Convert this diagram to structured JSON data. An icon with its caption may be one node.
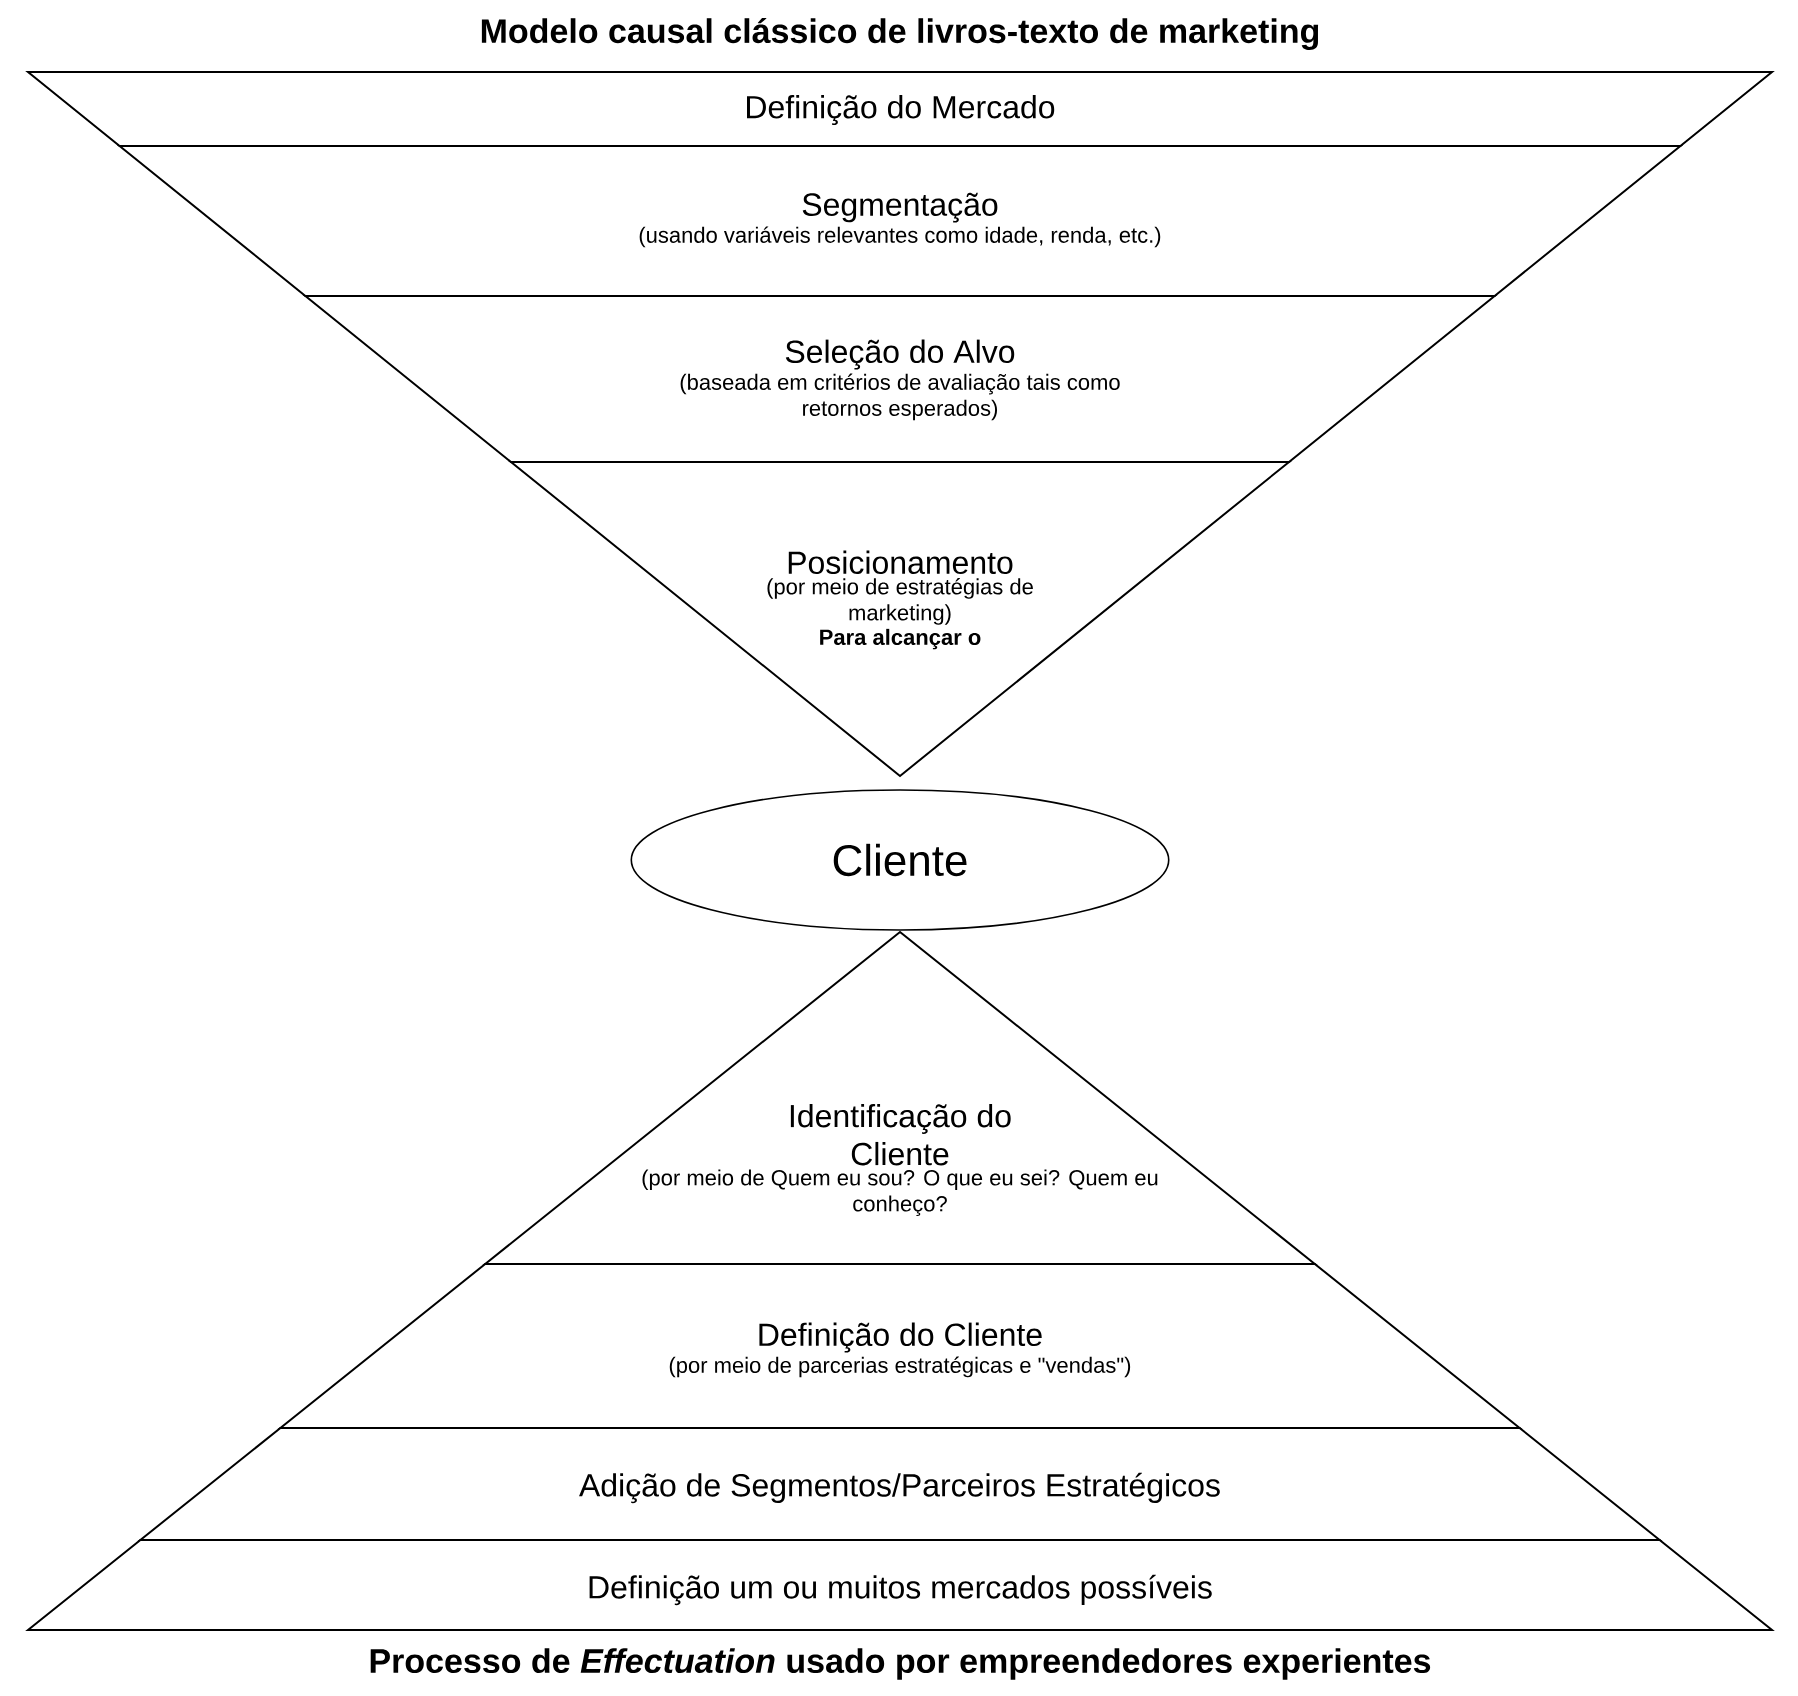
{
  "diagram": {
    "title": "Modelo causal clássico de livros-texto de marketing",
    "caption": "Processo de *Effectuation* usado por empreendedores experientes",
    "nodes": [
      {
        "text": [
          "Definição do Mercado"
        ]
      },
      {
        "text": [
          "Segmentação",
          "(usando variáveis relevantes como idade, renda, etc.)"
        ]
      },
      {
        "text": [
          "Seleção do Alvo",
          "(baseada em critérios de avaliação tais como retornos esperados)"
        ]
      },
      {
        "text": [
          "Posicionamento",
          "(por meio de estratégias de marketing)",
          "Para alcançar o"
        ]
      },
      {
        "text": [
          "Cliente"
        ]
      },
      {
        "text": [
          "Identificação do Cliente",
          "(por meio de Quem eu sou? O que eu sei? Quem eu conheço?"
        ]
      },
      {
        "text": [
          "Definição do Cliente",
          "(por meio de parcerias estratégicas e \"vendas\")"
        ]
      },
      {
        "text": [
          "Adição de Segmentos/Parceiros Estratégicos"
        ]
      },
      {
        "text": [
          "Definição um ou muitos mercados possíveis"
        ]
      }
    ]
  }
}
